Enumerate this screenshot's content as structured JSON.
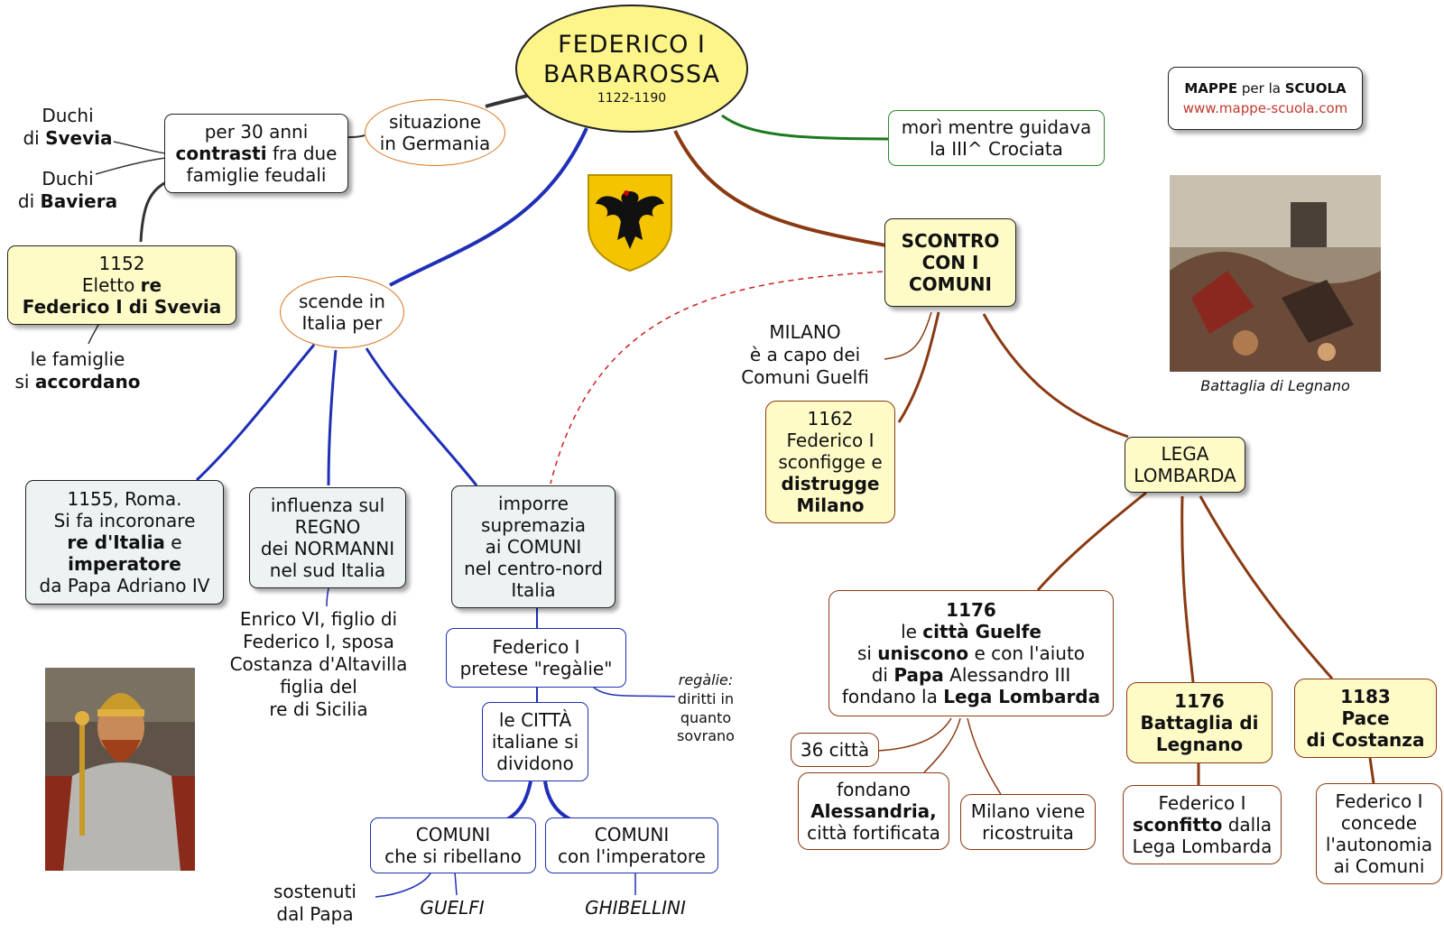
{
  "title": {
    "line1": "FEDERICO I",
    "line2": "BARBAROSSA",
    "dates": "1122-1190"
  },
  "brand": {
    "line1_a": "MAPPE",
    "line1_b": "per la",
    "line1_c": "SCUOLA",
    "url": "www.mappe-scuola.com"
  },
  "left": {
    "duchi_svevia": {
      "a": "Duchi",
      "b": "di",
      "c": "Svevia"
    },
    "duchi_baviera": {
      "a": "Duchi",
      "b": "di",
      "c": "Baviera"
    },
    "contrasti": {
      "a": "per 30 anni",
      "b": "contrasti",
      "c": "fra due",
      "d": "famiglie feudali"
    },
    "situazione": {
      "a": "situazione",
      "b": "in Germania"
    },
    "eletto": {
      "a": "1152",
      "b": "Eletto",
      "c": "re",
      "d": "Federico I di Svevia"
    },
    "accordano": {
      "a": "le famiglie",
      "b": "si",
      "c": "accordano"
    }
  },
  "italia": {
    "scende": {
      "a": "scende in",
      "b": "Italia per"
    },
    "roma": {
      "a": "1155, Roma.",
      "b": "Si fa incoronare",
      "c": "re d'Italia",
      "d": "e",
      "e": "imperatore",
      "f": "da Papa Adriano IV"
    },
    "normanni": {
      "a": "influenza sul",
      "b": "REGNO",
      "c": "dei NORMANNI",
      "d": "nel sud Italia"
    },
    "enrico": {
      "a": "Enrico VI, figlio di",
      "b": "Federico I, sposa",
      "c": "Costanza d'Altavilla",
      "d": "figlia del",
      "e": "re di Sicilia"
    },
    "supremazia": {
      "a": "imporre",
      "b": "supremazia",
      "c": "ai COMUNI",
      "d": "nel centro-nord",
      "e": "Italia"
    },
    "regalie": {
      "a": "Federico I",
      "b": "pretese \"regàlie\""
    },
    "regalie_note": {
      "a": "regàlie:",
      "b": "diritti in",
      "c": "quanto",
      "d": "sovrano"
    },
    "dividono": {
      "a": "le CITTÀ",
      "b": "italiane si",
      "c": "dividono"
    },
    "ribellano": {
      "a": "COMUNI",
      "b": "che si ribellano"
    },
    "imperatore": {
      "a": "COMUNI",
      "b": "con l'imperatore"
    },
    "sostenuti": {
      "a": "sostenuti",
      "b": "dal Papa"
    },
    "guelfi": "GUELFI",
    "ghibellini": "GHIBELLINI"
  },
  "comuni": {
    "mori": {
      "a": "morì mentre guidava",
      "b": "la III^ Crociata"
    },
    "scontro": {
      "a": "SCONTRO",
      "b": "CON I",
      "c": "COMUNI"
    },
    "milano": {
      "a": "MILANO",
      "b": "è a capo dei",
      "c": "Comuni Guelfi"
    },
    "distrugge": {
      "a": "1162",
      "b": "Federico I",
      "c": "sconfigge e",
      "d": "distrugge",
      "e": "Milano"
    },
    "lega": {
      "a": "LEGA",
      "b": "LOMBARDA"
    },
    "fondano": {
      "a": "1176",
      "b": "le",
      "c": "città Guelfe",
      "d": "si",
      "e": "uniscono",
      "f": "e con l'aiuto",
      "g": "di",
      "h": "Papa",
      "i": "Alessandro III",
      "j": "fondano la",
      "k": "Lega Lombarda"
    },
    "citta36": "36 città",
    "alessandria": {
      "a": "fondano",
      "b": "Alessandria,",
      "c": "città fortificata"
    },
    "ricostruita": {
      "a": "Milano viene",
      "b": "ricostruita"
    },
    "legnano": {
      "a": "1176",
      "b": "Battaglia di",
      "c": "Legnano"
    },
    "sconfitto": {
      "a": "Federico I",
      "b": "sconfitto",
      "c": "dalla",
      "d": "Lega Lombarda"
    },
    "costanza": {
      "a": "1183",
      "b": "Pace",
      "c": "di Costanza"
    },
    "autonomia": {
      "a": "Federico I",
      "b": "concede",
      "c": "l'autonomia",
      "d": "ai Comuni"
    }
  },
  "images": {
    "battle_caption": "Battaglia di Legnano"
  },
  "colors": {
    "blue_link": "#1f2fb6",
    "brown_link": "#8a3a12",
    "green_link": "#1d7a1d",
    "orange_oval": "#d9731c",
    "title_fill": "#fdf58a",
    "yellow_box": "#fefbc7",
    "gray_box": "#edf2f3"
  }
}
